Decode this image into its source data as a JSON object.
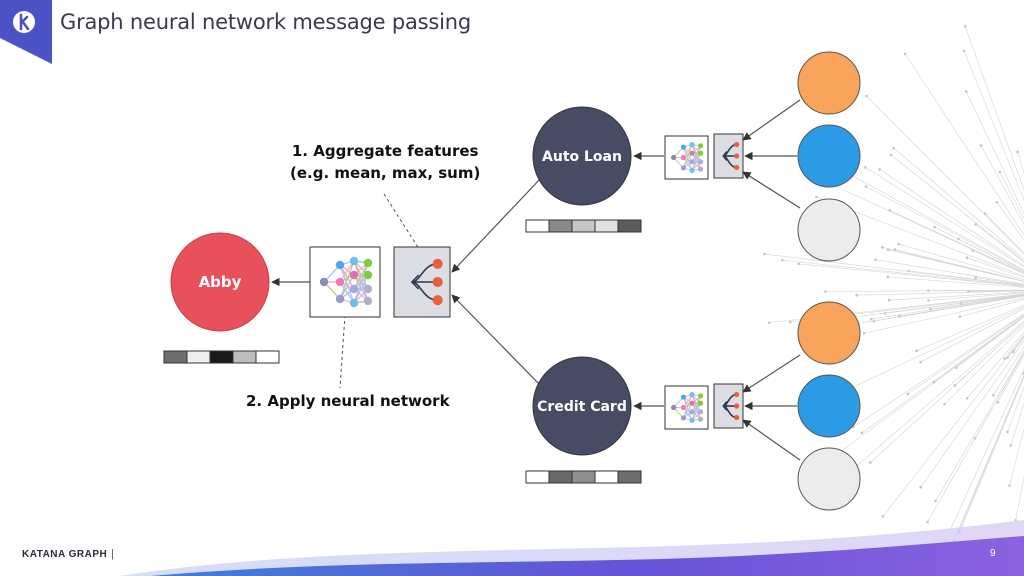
{
  "slide": {
    "title": "Graph neural network message passing",
    "footer_brand": "KATANA GRAPH",
    "footer_separator": "|",
    "page_number": "9",
    "logo_icon": "katana-k-icon"
  },
  "annotations": {
    "aggregate_line1": "1. Aggregate features",
    "aggregate_line2": "(e.g. mean, max, sum)",
    "apply": "2. Apply neural network"
  },
  "nodes": {
    "abby": "Abby",
    "auto_loan": "Auto Loan",
    "credit_card": "Credit Card"
  },
  "colors": {
    "abby": "#e8505b",
    "center_nodes": "#474b63",
    "orange_leaf": "#f8a45a",
    "blue_leaf": "#2c9be6",
    "gray_leaf": "#ececec",
    "accent_wave": "#6a5bd6"
  }
}
